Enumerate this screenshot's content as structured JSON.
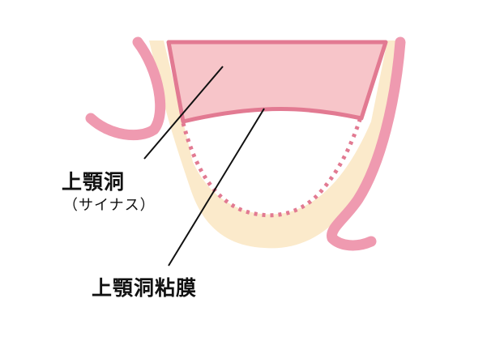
{
  "labels": {
    "sinus": "上顎洞",
    "sinus_sub": "（サイナス）",
    "membrane": "上顎洞粘膜"
  },
  "colors": {
    "gum": "#ef9ab0",
    "bone": "#fbeacb",
    "sinus_fill": "#f7c5c9",
    "membrane_line": "#e27a92",
    "leader_line": "#111111"
  }
}
